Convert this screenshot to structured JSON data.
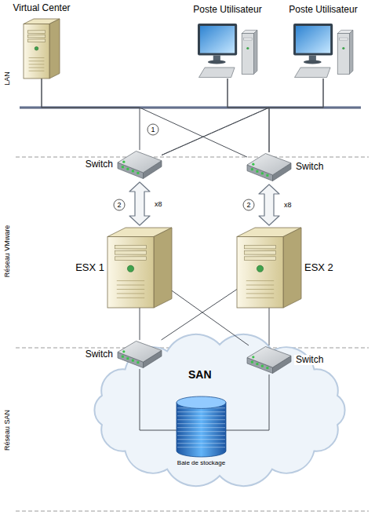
{
  "diagram": {
    "nodes": [
      {
        "text": [
          "Virtual Center"
        ]
      },
      {
        "text": [
          "Poste Utilisateur"
        ]
      },
      {
        "text": [
          "Poste Utilisateur"
        ]
      },
      {
        "text": [
          "Switch"
        ]
      },
      {
        "text": [
          "Switch"
        ]
      },
      {
        "text": [
          "ESX 1"
        ]
      },
      {
        "text": [
          "ESX 2"
        ]
      },
      {
        "text": [
          "SAN"
        ]
      },
      {
        "text": [
          "Switch"
        ],
        "in": 7
      },
      {
        "text": [
          "Switch"
        ],
        "in": 7
      },
      {
        "text": [
          "Baie de stockage"
        ],
        "in": 7
      }
    ],
    "edges": [
      {
        "from": 0,
        "to": 3,
        "arrow": "none"
      },
      {
        "from": 0,
        "to": 4,
        "arrow": "none"
      },
      {
        "from": 1,
        "to": 3,
        "arrow": "none"
      },
      {
        "from": 1,
        "to": 4,
        "arrow": "none"
      },
      {
        "from": 2,
        "to": 3,
        "arrow": "none"
      },
      {
        "from": 2,
        "to": 4,
        "arrow": "none"
      },
      {
        "from": 3,
        "to": 5,
        "label": "x8",
        "arrow": "both"
      },
      {
        "from": 4,
        "to": 6,
        "label": "x8",
        "arrow": "both"
      },
      {
        "from": 5,
        "to": 8,
        "arrow": "none"
      },
      {
        "from": 5,
        "to": 9,
        "arrow": "none"
      },
      {
        "from": 6,
        "to": 8,
        "arrow": "none"
      },
      {
        "from": 6,
        "to": 9,
        "arrow": "none"
      },
      {
        "from": 8,
        "to": 10,
        "arrow": "none"
      },
      {
        "from": 9,
        "to": 10,
        "arrow": "none"
      }
    ],
    "labels": [
      "LAN",
      "Réseau VMware",
      "Réseau SAN",
      "1",
      "2",
      "2"
    ]
  }
}
